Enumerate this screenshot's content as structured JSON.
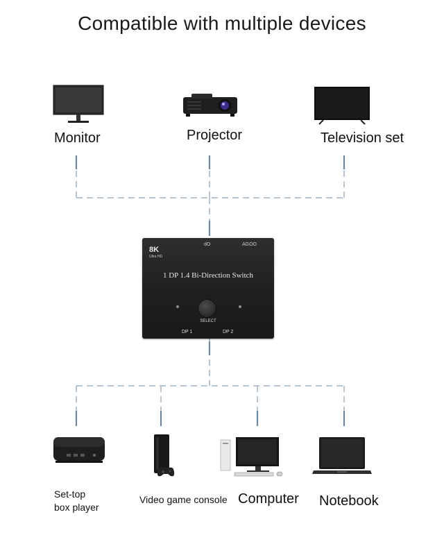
{
  "title": "Compatible with multiple devices",
  "outputs": [
    {
      "label": "Monitor",
      "icon": "monitor-icon"
    },
    {
      "label": "Projector",
      "icon": "projector-icon"
    },
    {
      "label": "Television set",
      "icon": "television-icon"
    }
  ],
  "switch": {
    "resolution": "8K",
    "resolution_sub": "Ultra HD",
    "top_icon_text": "dO",
    "brand": "AGOO",
    "model": "1 DP 1.4 Bi-Direction Switch",
    "select_label": "SELECT",
    "port1": "DP 1",
    "port2": "DP 2"
  },
  "inputs": [
    {
      "label_line1": "Set-top",
      "label_line2": "box player",
      "icon": "set-top-box-icon"
    },
    {
      "label": "Video game console",
      "icon": "game-console-icon"
    },
    {
      "label": "Computer",
      "icon": "computer-icon"
    },
    {
      "label": "Notebook",
      "icon": "notebook-icon"
    }
  ],
  "colors": {
    "connector": "#9fb2c6",
    "connector_dark": "#6f879f",
    "device_dark": "#1c1c1e"
  }
}
